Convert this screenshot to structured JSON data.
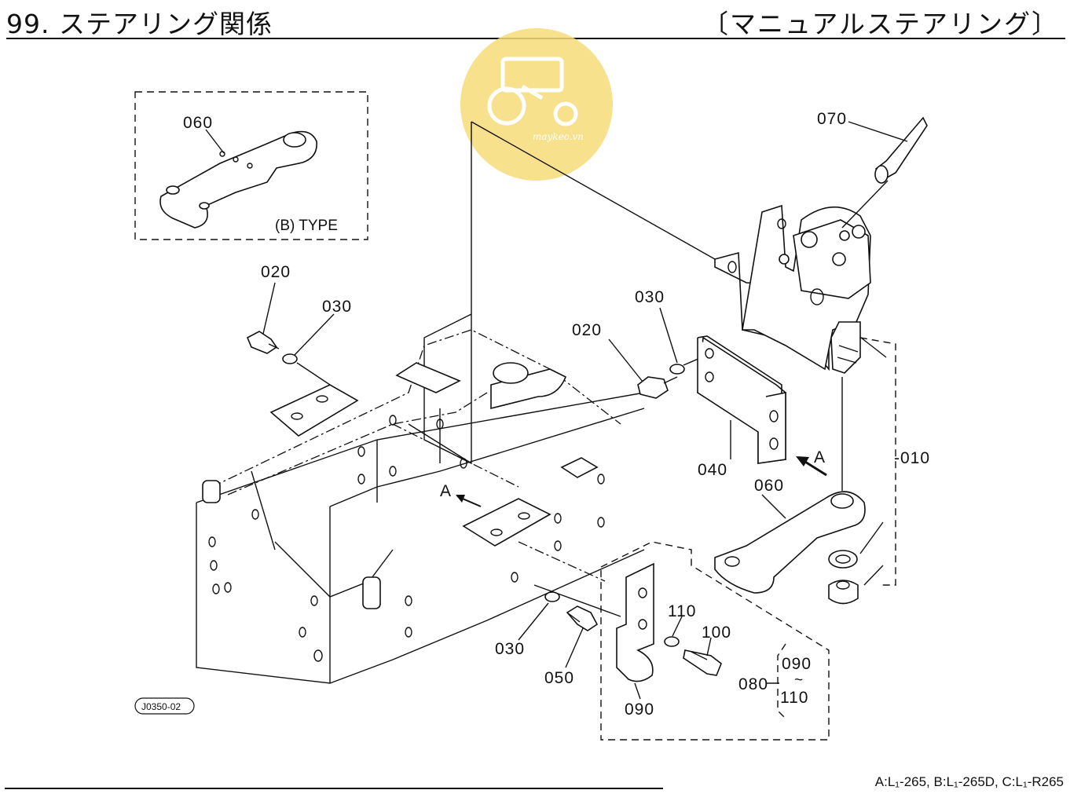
{
  "header": {
    "title": "99. ステアリング関係",
    "subtitle": "〔マニュアルステアリング〕"
  },
  "callouts": {
    "c060_inset": "060",
    "type_b": "(B) TYPE",
    "c070": "070",
    "c020_left": "020",
    "c030_left": "030",
    "c030_mid": "030",
    "c020_mid": "020",
    "c040": "040",
    "c010": "-010",
    "c060": "060",
    "arrow_a_right": "A",
    "arrow_a_left": "A",
    "c030_bottom": "030",
    "c050": "050",
    "c110": "110",
    "c100": "100",
    "c090": "090",
    "c080": "080",
    "c080_from": "090",
    "c080_to": "110",
    "tilde": "~",
    "figure_code": "J0350-02"
  },
  "watermark": {
    "text": "maykeo.vn",
    "color": "#f5d96a"
  },
  "footer": {
    "models": "A:L₁-265,  B:L₁-265D,  C:L₁-R265"
  }
}
